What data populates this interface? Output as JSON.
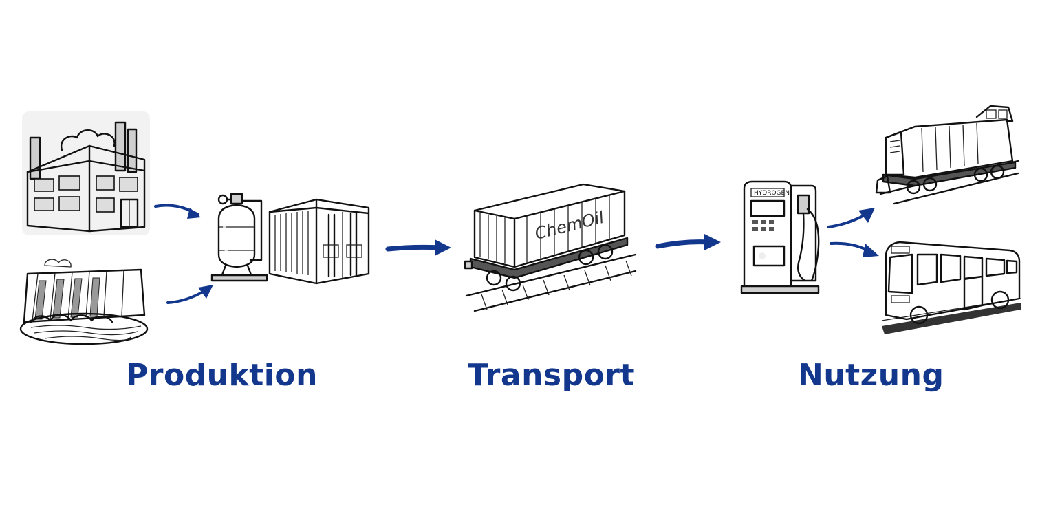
{
  "stages": [
    {
      "label": "Produktion"
    },
    {
      "label": "Transport"
    },
    {
      "label": "Nutzung"
    }
  ],
  "container_logo": "ChemOil",
  "dispenser": {
    "gas_label": "H₂"
  },
  "colors": {
    "label": "#13378c",
    "arrow": "#13378c",
    "ink": "#111111"
  }
}
